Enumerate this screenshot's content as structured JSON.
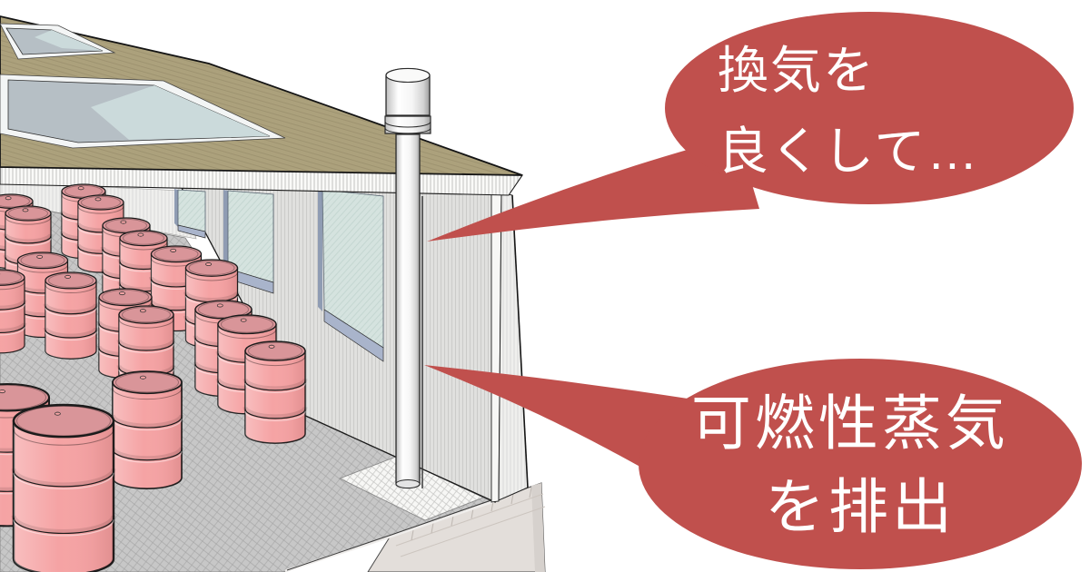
{
  "callouts": [
    {
      "name": "ventilation",
      "lines": [
        "換気を",
        "良くして…"
      ]
    },
    {
      "name": "exhaust-vapor",
      "lines": [
        "可燃性蒸気",
        "を排出"
      ]
    }
  ],
  "colors": {
    "callout_red": "#C0504D",
    "callout_text": "#FFFFFF",
    "drum_body": "#F5A3A4",
    "drum_lid": "#D99599",
    "roof_tan": "#ACA17C",
    "floor_gray": "#C7C7C7",
    "wall_siding": "#E0E0DE",
    "window_glass": "#D5E3DF",
    "window_frame": "#A9B4CB",
    "pipe_white": "#F2F2F2",
    "foundation": "#E3DEDA"
  },
  "drums": {
    "count": 19
  }
}
